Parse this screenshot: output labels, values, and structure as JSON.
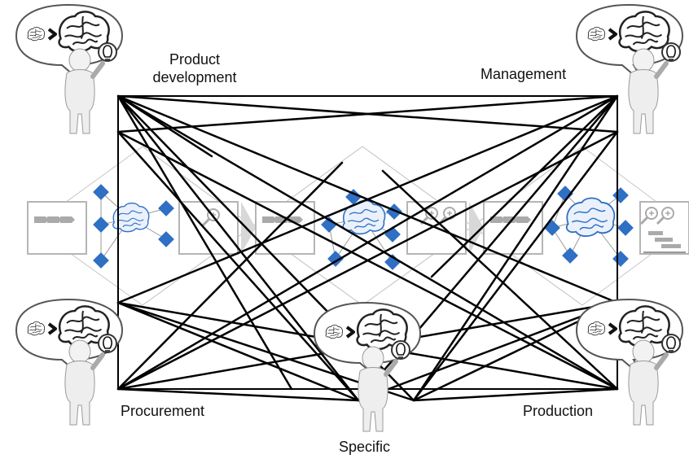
{
  "labels": {
    "product_development": "Product\ndevelopment",
    "management": "Management",
    "procurement": "Procurement",
    "production": "Production",
    "specific": "Specific"
  },
  "colors": {
    "lines": "#000000",
    "diamond": "#2f6fc4",
    "box": "#b5b5b5",
    "arrow": "#d8d8d8",
    "figure": "#e8e8e8"
  },
  "icons": [
    "person-figure-icon",
    "thought-bubble-icon",
    "brain-icon",
    "lightbulb-icon",
    "magnifier-icon",
    "chevron-process-icon",
    "gantt-chart-icon"
  ]
}
